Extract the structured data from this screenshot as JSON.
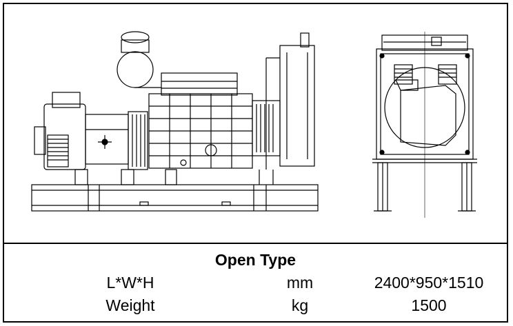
{
  "spec": {
    "title": "Open Type",
    "rows": [
      {
        "label": "L*W*H",
        "unit": "mm",
        "value": "2400*950*1510"
      },
      {
        "label": "Weight",
        "unit": "kg",
        "value": "1500"
      }
    ]
  }
}
